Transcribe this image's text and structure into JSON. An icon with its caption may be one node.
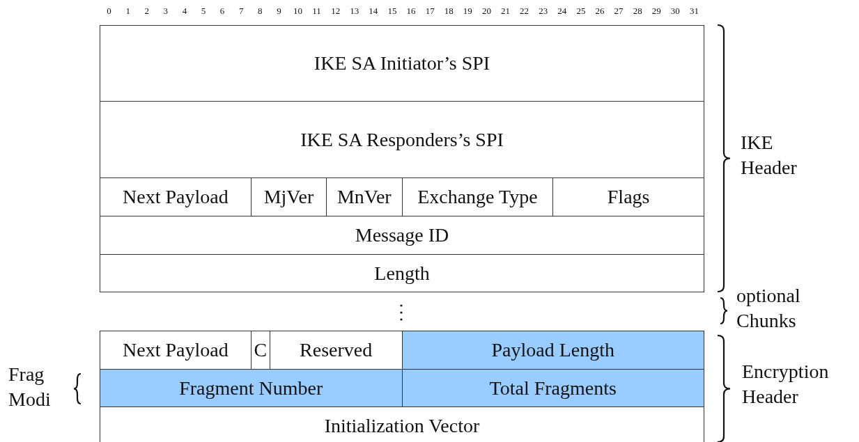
{
  "diagram": {
    "nodes": [
      {
        "text": [
          "IKE SA Initiator’s SPI"
        ]
      },
      {
        "text": [
          "IKE SA Responders’s SPI"
        ]
      },
      {
        "text": [
          "Next Payload"
        ]
      },
      {
        "text": [
          "MjVer"
        ]
      },
      {
        "text": [
          "MnVer"
        ]
      },
      {
        "text": [
          "Exchange Type"
        ]
      },
      {
        "text": [
          "Flags"
        ]
      },
      {
        "text": [
          "Message ID"
        ]
      },
      {
        "text": [
          "Length"
        ]
      },
      {
        "text": [
          "Next Payload"
        ]
      },
      {
        "text": [
          "C"
        ]
      },
      {
        "text": [
          "Reserved"
        ]
      },
      {
        "text": [
          "Payload Length"
        ]
      },
      {
        "text": [
          "Fragment Number"
        ]
      },
      {
        "text": [
          "Total Fragments"
        ]
      },
      {
        "text": [
          "Initialization Vector"
        ]
      }
    ],
    "labels": [
      "0",
      "1",
      "2",
      "3",
      "4",
      "5",
      "6",
      "7",
      "8",
      "9",
      "10",
      "11",
      "12",
      "13",
      "14",
      "15",
      "16",
      "17",
      "18",
      "19",
      "20",
      "21",
      "22",
      "23",
      "24",
      "25",
      "26",
      "27",
      "28",
      "29",
      "30",
      "31",
      "IKE Header",
      "optional Chunks",
      "Frag Modi",
      "Encryption Header"
    ]
  }
}
